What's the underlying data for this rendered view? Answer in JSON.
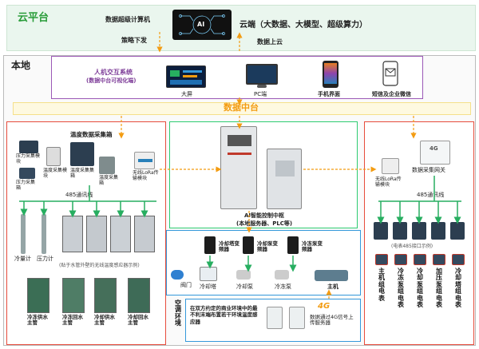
{
  "cloud": {
    "title": "云平台",
    "supercomputer": "数据超级计算机",
    "policy_down": "策略下发",
    "cloud_end": "云端（大数据、大模型、超级算力）",
    "data_up": "数据上云",
    "ai_icon_text": "AI"
  },
  "local": {
    "title": "本地",
    "hmi_title": "人机交互系统",
    "hmi_subtitle": "(数据中台可视化端)",
    "screens": [
      "大屏",
      "PC端",
      "手机界面",
      "短信及企业微信"
    ]
  },
  "data_platform": {
    "label": "数据中台"
  },
  "temperature": {
    "title": "温度数据采集箱",
    "devices": [
      "压力采集模块",
      "温度采集模块",
      "温度采集集箱",
      "温度采集箱",
      "无线LoRa传输模块"
    ],
    "pressure_box": "压力采集箱",
    "bus": "485通讯线",
    "sensors": [
      "冷量计",
      "压力计"
    ],
    "sensor_caption": "(贴于水管外壁的无线温度感应器示例)",
    "pipes": [
      "冷冻供水主管",
      "冷冻回水主管",
      "冷却供水主管",
      "冷却回水主管"
    ]
  },
  "center": {
    "hub_title": "AI智能控制中枢",
    "hub_subtitle": "(本地服务器、PLC等)",
    "inverters": [
      "冷却塔变频器",
      "冷却泵变频器",
      "冷冻泵变频器"
    ],
    "equipment": [
      "阀门",
      "冷却塔",
      "冷却泵",
      "冷冻泵",
      "主机"
    ]
  },
  "air_env": {
    "label": "空调环境",
    "desc": "在双方约定的商业环境中的最不利末端布置若干环境温度感应器",
    "upload": "数据通过4G信号上传服务器",
    "fourg": "4G"
  },
  "right": {
    "gateway": "数据采集网关",
    "fourg": "4G",
    "lora": "无线LoRa传输模块",
    "bus": "485通讯线",
    "meter_caption": "(电表485接口示例)",
    "meters": [
      "主机组电表",
      "冷冻泵组电表",
      "冷却泵组电表",
      "加压泵组电表",
      "冷却塔组电表"
    ]
  },
  "colors": {
    "green": "#2a9d3a",
    "orange": "#f39c12",
    "red_border": "#e74c3c",
    "purple_border": "#9b59b6",
    "blue_border": "#3498db",
    "cloud_bg": "#eaf6ee"
  }
}
